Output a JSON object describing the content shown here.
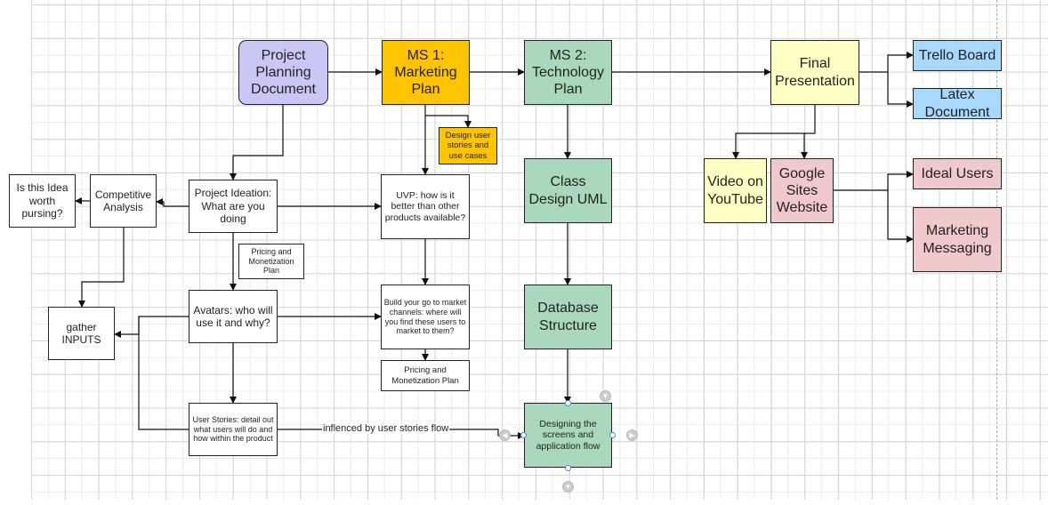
{
  "nodes": [
    {
      "id": "project-planning",
      "label": "Project Planning Document",
      "fill": "#ccc6f6"
    },
    {
      "id": "ms1",
      "label": "MS 1: Marketing Plan",
      "fill": "#ffc400"
    },
    {
      "id": "ms2",
      "label": "MS 2: Technology Plan",
      "fill": "#a9d8bd"
    },
    {
      "id": "final",
      "label": "Final Presentation",
      "fill": "#ffffc4"
    },
    {
      "id": "trello",
      "label": "Trello Board",
      "fill": "#a8d8fb"
    },
    {
      "id": "latex",
      "label": "Latex Document",
      "fill": "#a8d8fb"
    },
    {
      "id": "design-stories",
      "label": "Design user stories and use cases",
      "fill": "#ffc400"
    },
    {
      "id": "class-uml",
      "label": "Class Design UML",
      "fill": "#a9d8bd"
    },
    {
      "id": "video",
      "label": "Video on YouTube",
      "fill": "#ffffc4"
    },
    {
      "id": "google-sites",
      "label": "Google Sites Website",
      "fill": "#f0c9cd"
    },
    {
      "id": "ideal-users",
      "label": "Ideal Users",
      "fill": "#f0c9cd"
    },
    {
      "id": "marketing-messaging",
      "label": "Marketing Messaging",
      "fill": "#f0c9cd"
    },
    {
      "id": "worth-pursuing",
      "label": "Is this Idea worth pursing?",
      "fill": "#ffffff"
    },
    {
      "id": "competitive",
      "label": "Competitive Analysis",
      "fill": "#ffffff"
    },
    {
      "id": "ideation",
      "label": "Project Ideation: What are you doing",
      "fill": "#ffffff"
    },
    {
      "id": "uvp",
      "label": "UVP: how is it better than other products available?",
      "fill": "#ffffff"
    },
    {
      "id": "pricing-1",
      "label": "Pricing and Monetization Plan",
      "fill": "#ffffff"
    },
    {
      "id": "avatars",
      "label": "Avatars: who will use it and why?",
      "fill": "#ffffff"
    },
    {
      "id": "gather",
      "label": "gather INPUTS",
      "fill": "#ffffff"
    },
    {
      "id": "go-to-market",
      "label": "Build your go to market channels: where will you find these users to market to them?",
      "fill": "#ffffff"
    },
    {
      "id": "pricing-2",
      "label": "Pricing and Monetization Plan",
      "fill": "#ffffff"
    },
    {
      "id": "database",
      "label": "Database Structure",
      "fill": "#a9d8bd"
    },
    {
      "id": "user-stories",
      "label": "User Stories: detail out what users will do and how within the product",
      "fill": "#ffffff"
    },
    {
      "id": "screens-flow",
      "label": "Designing the screens and application flow",
      "fill": "#a9d8bd"
    }
  ],
  "edge_label": "inflenced by user stories flow"
}
